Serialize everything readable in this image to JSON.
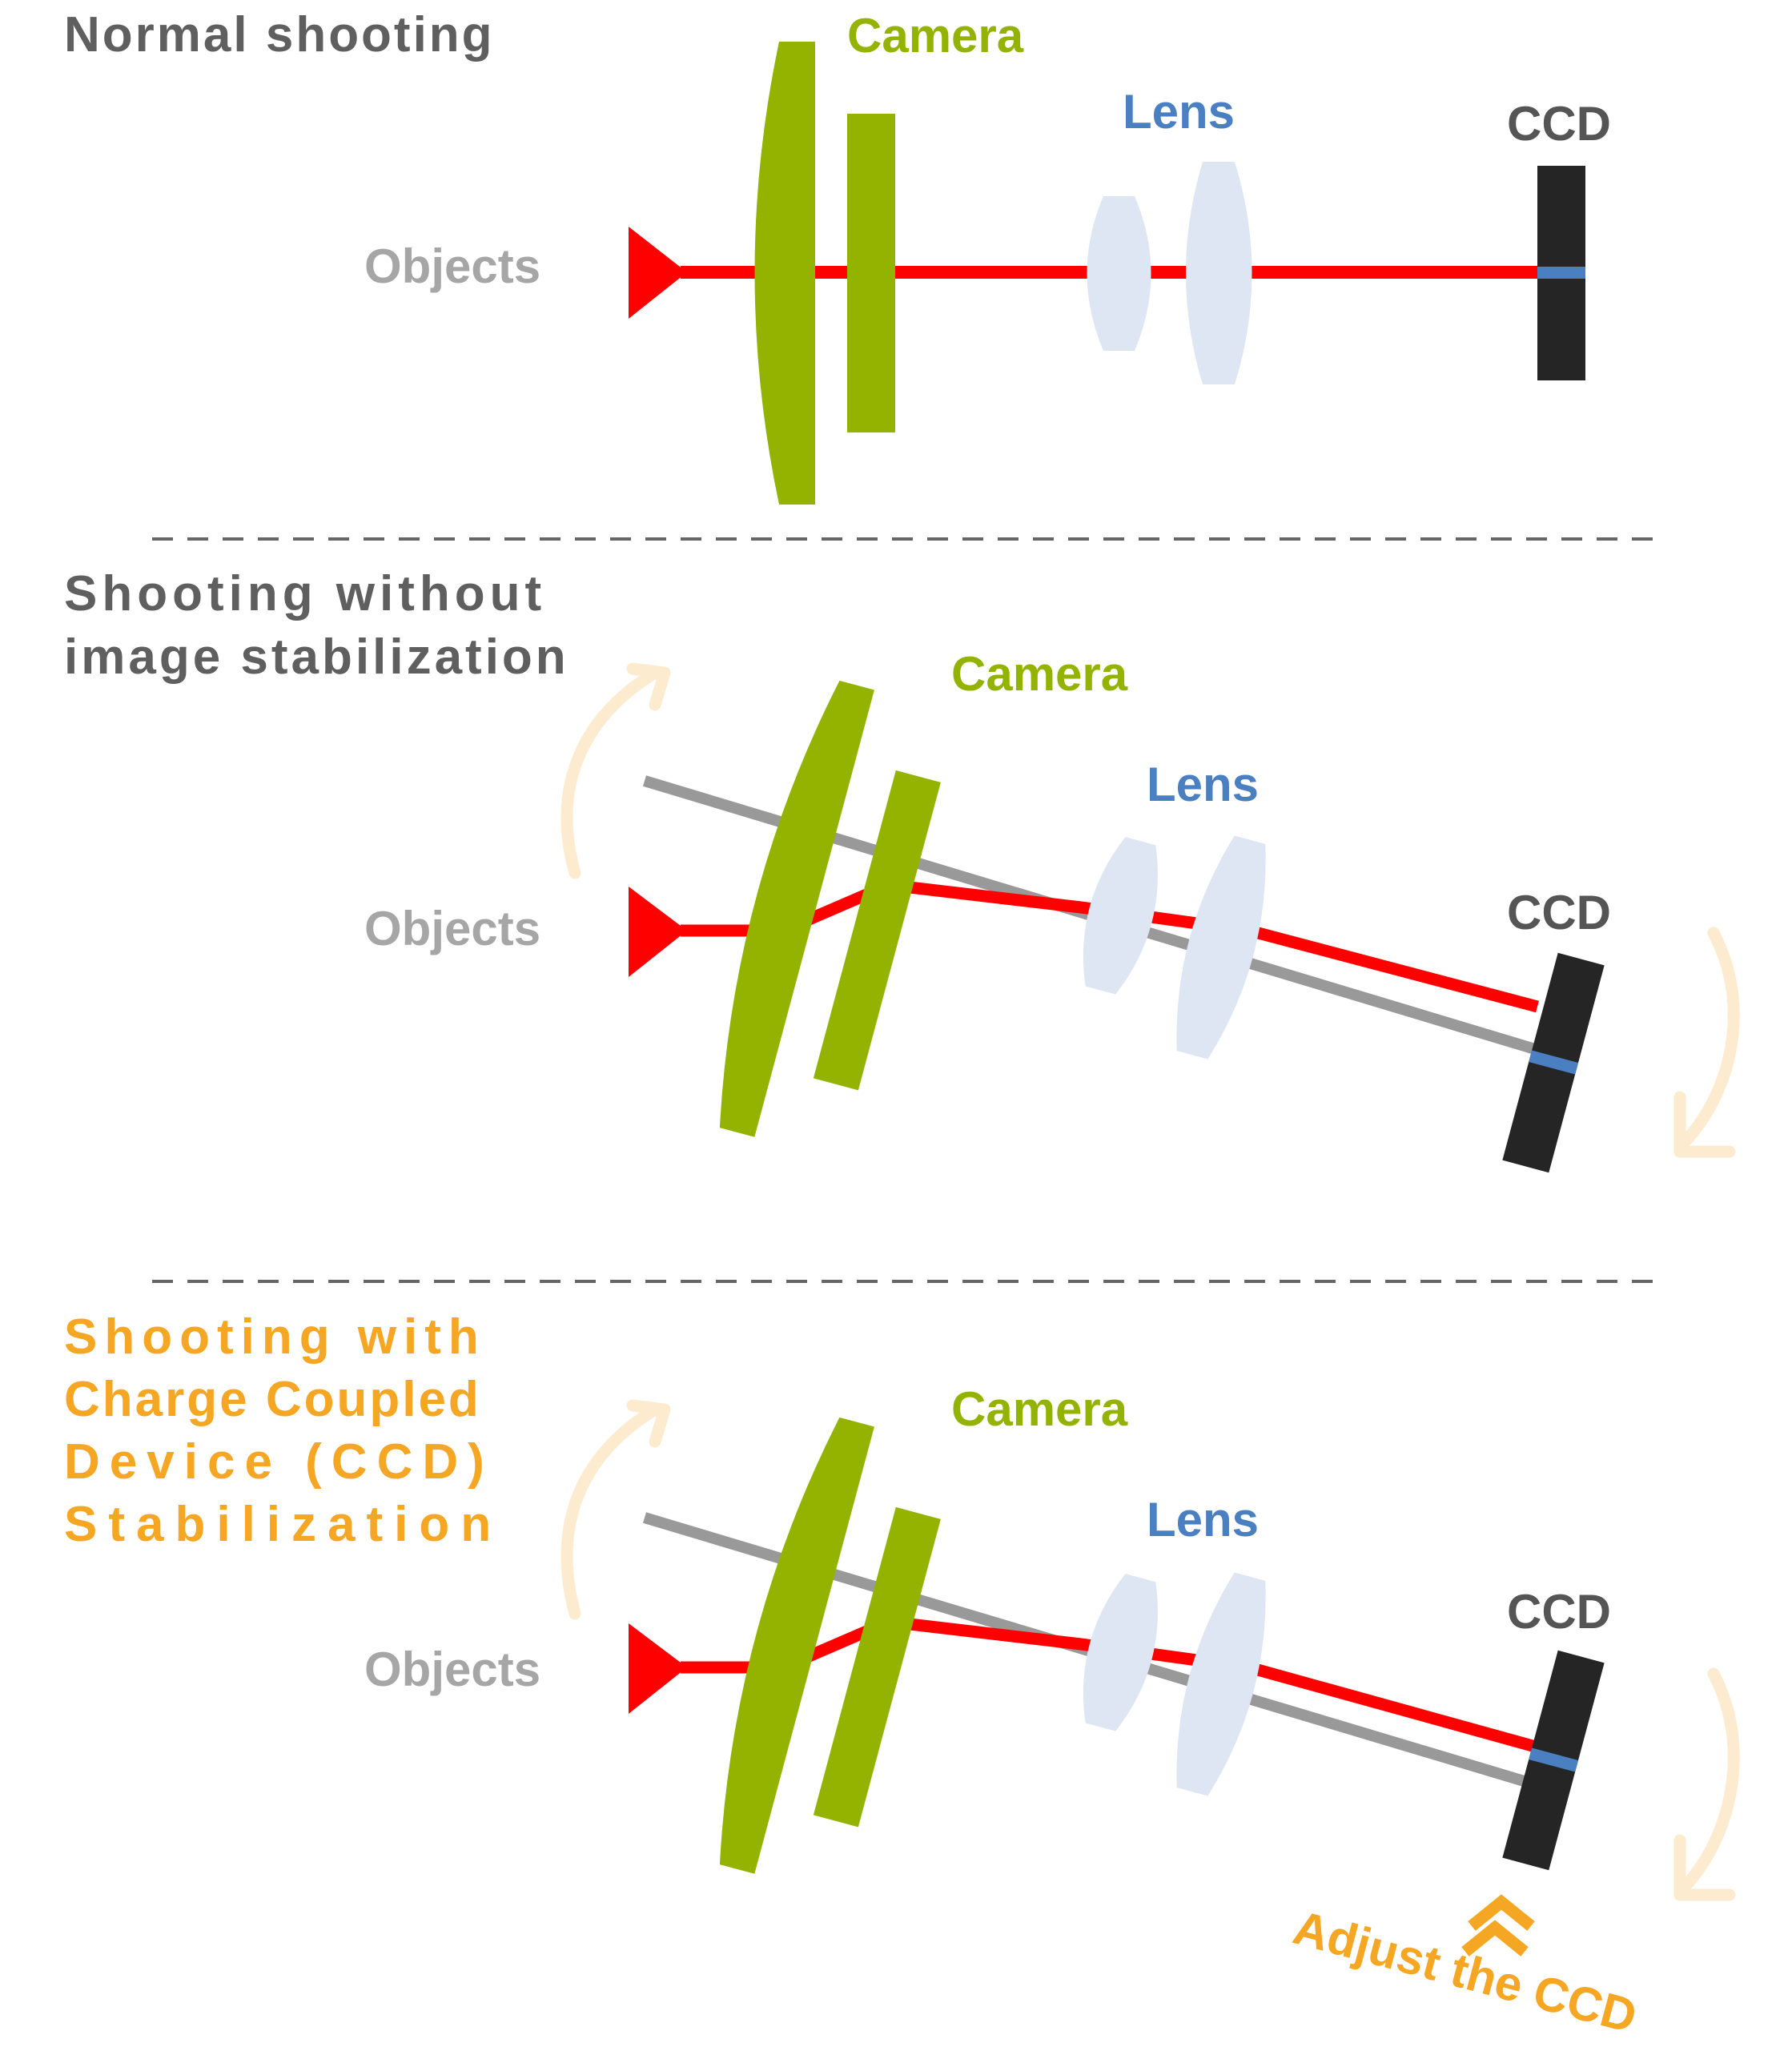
{
  "colors": {
    "title_gray": "#5f5f5f",
    "title_orange": "#f5a623",
    "camera_green": "#94b300",
    "lens_blue_text": "#4a7fc1",
    "lens_fill": "#dde6f2",
    "ccd_dark": "#252525",
    "ccd_mark": "#4a7fc1",
    "ray_red": "#ff0000",
    "axis_gray": "#999999",
    "objects_gray": "#a6a6a6",
    "motion_arrow": "#fdebd0",
    "adjust_orange": "#f5a623",
    "divider": "#666666"
  },
  "panels": [
    {
      "title_lines": [
        "Normal shooting"
      ],
      "title_style": "gray",
      "objects_label": "Objects",
      "camera_label": "Camera",
      "lens_label": "Lens",
      "ccd_label": "CCD"
    },
    {
      "title_lines": [
        "Shooting without",
        "image stabilization"
      ],
      "title_style": "gray",
      "objects_label": "Objects",
      "camera_label": "Camera",
      "lens_label": "Lens",
      "ccd_label": "CCD"
    },
    {
      "title_lines": [
        "Shooting with",
        "Charge Coupled",
        "Device (CCD)",
        "Stabilization"
      ],
      "title_style": "orange",
      "objects_label": "Objects",
      "camera_label": "Camera",
      "lens_label": "Lens",
      "ccd_label": "CCD",
      "adjust_label": "Adjust the CCD"
    }
  ]
}
